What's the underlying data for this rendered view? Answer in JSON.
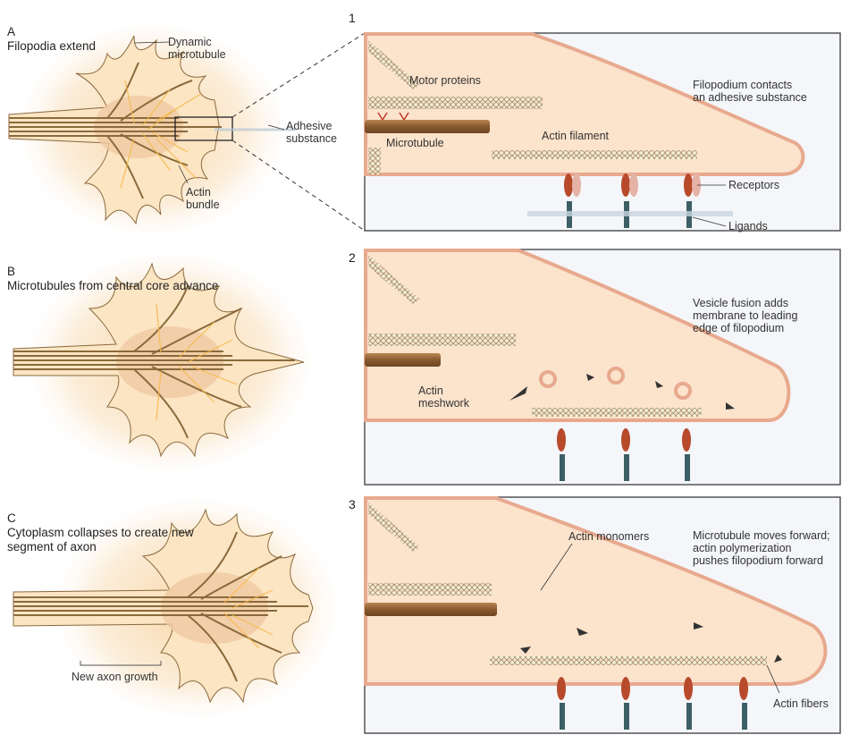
{
  "panels": {
    "a": {
      "letter": "A",
      "title": "Filopodia extend",
      "number": "1"
    },
    "b": {
      "letter": "B",
      "title": "Microtubules from central core advance",
      "number": "2"
    },
    "c": {
      "letter": "C",
      "title": "Cytoplasm collapses to create new\nsegment of axon",
      "number": "3"
    }
  },
  "labels": {
    "dynamic_microtubule": "Dynamic\nmicrotubule",
    "adhesive_substance": "Adhesive\nsubstance",
    "actin_bundle": "Actin\nbundle",
    "new_axon_growth": "New axon growth",
    "motor_proteins": "Motor proteins",
    "microtubule": "Microtubule",
    "actin_filament": "Actin filament",
    "filopodium_contacts": "Filopodium contacts\nan adhesive substance",
    "receptors": "Receptors",
    "ligands": "Ligands",
    "vesicle_fusion": "Vesicle fusion adds\nmembrane to leading\nedge of filopodium",
    "actin_meshwork": "Actin\nmeshwork",
    "actin_monomers": "Actin monomers",
    "microtubule_moves": "Microtubule moves forward;\nactin polymerization\npushes filopodium forward",
    "actin_fibers": "Actin fibers"
  },
  "colors": {
    "cytoplasm": "#fbe3cc",
    "membrane": "#e8a98e",
    "microtubule": "#9a6a3e",
    "actin_bead": "#efe6c8",
    "receptor": "#b84a2c",
    "ligand": "#3d5f66",
    "growth_cone": "#f6d7a8"
  }
}
